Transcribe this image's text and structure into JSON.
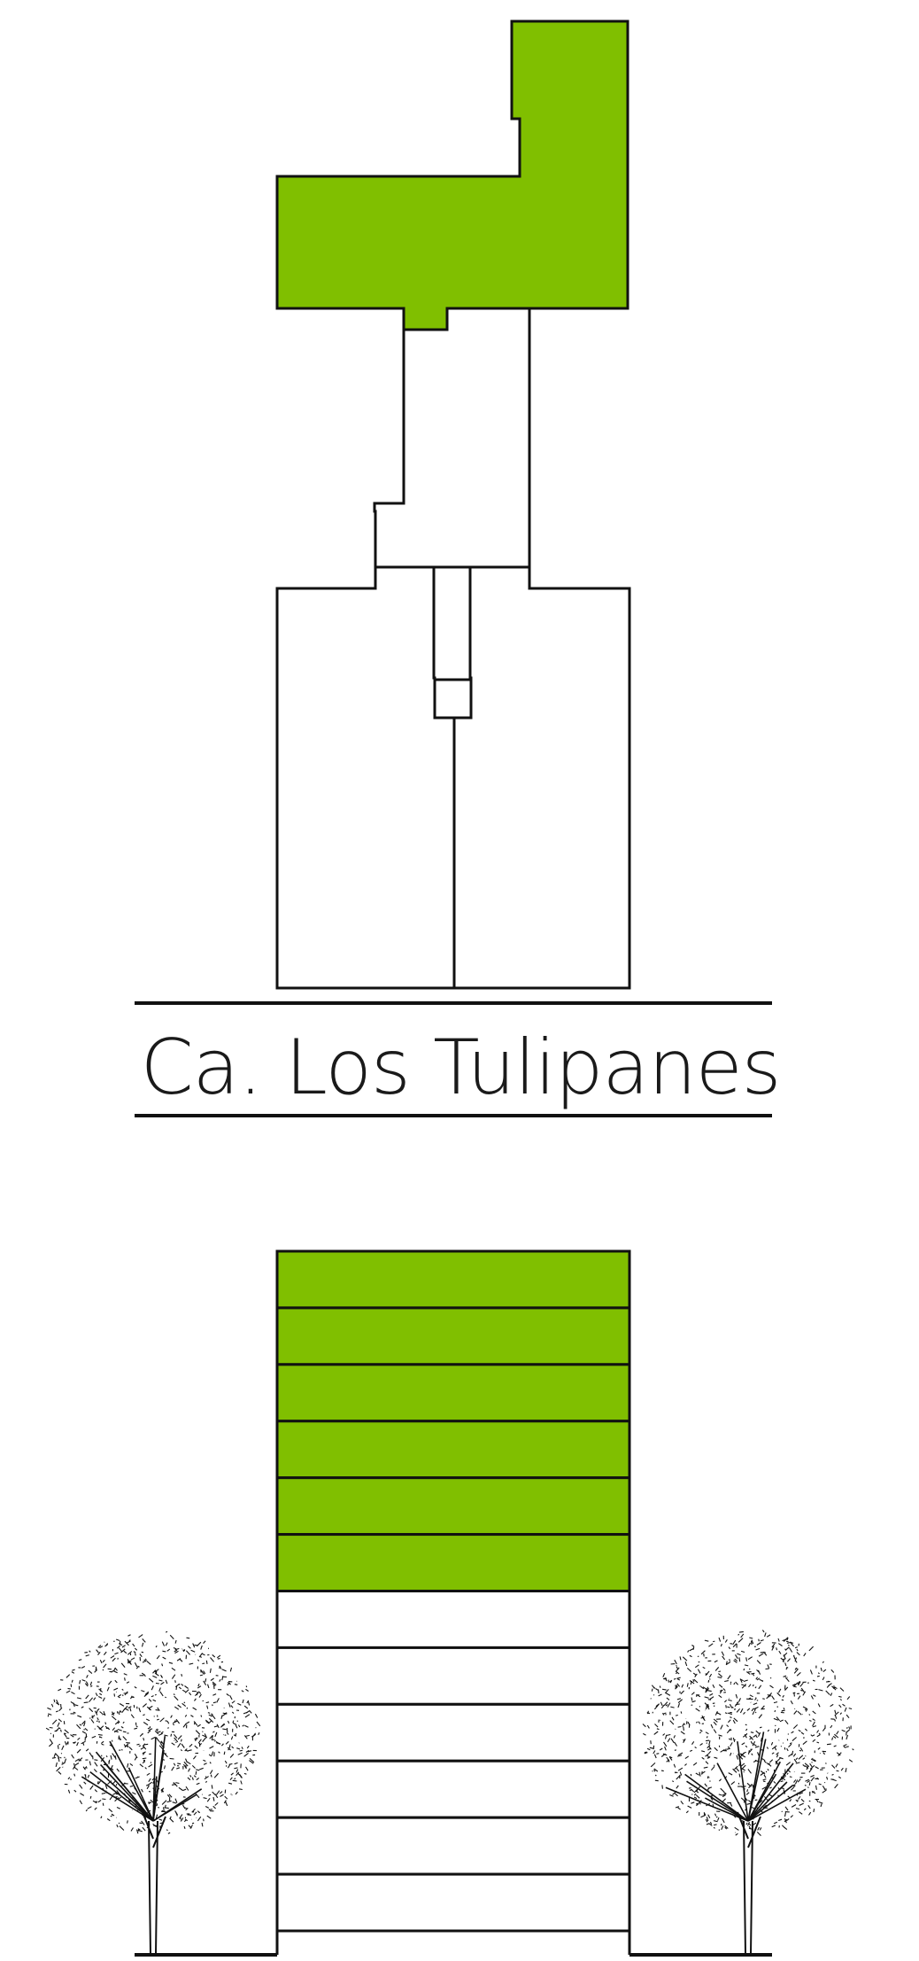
{
  "street": {
    "label": "Ca. Los Tulipanes"
  },
  "colors": {
    "highlight": "#80bf00",
    "line": "#111111",
    "background": "#ffffff"
  },
  "elevation": {
    "floors_total": 12,
    "floors_highlighted": 6
  },
  "trees": {
    "count": 2
  }
}
